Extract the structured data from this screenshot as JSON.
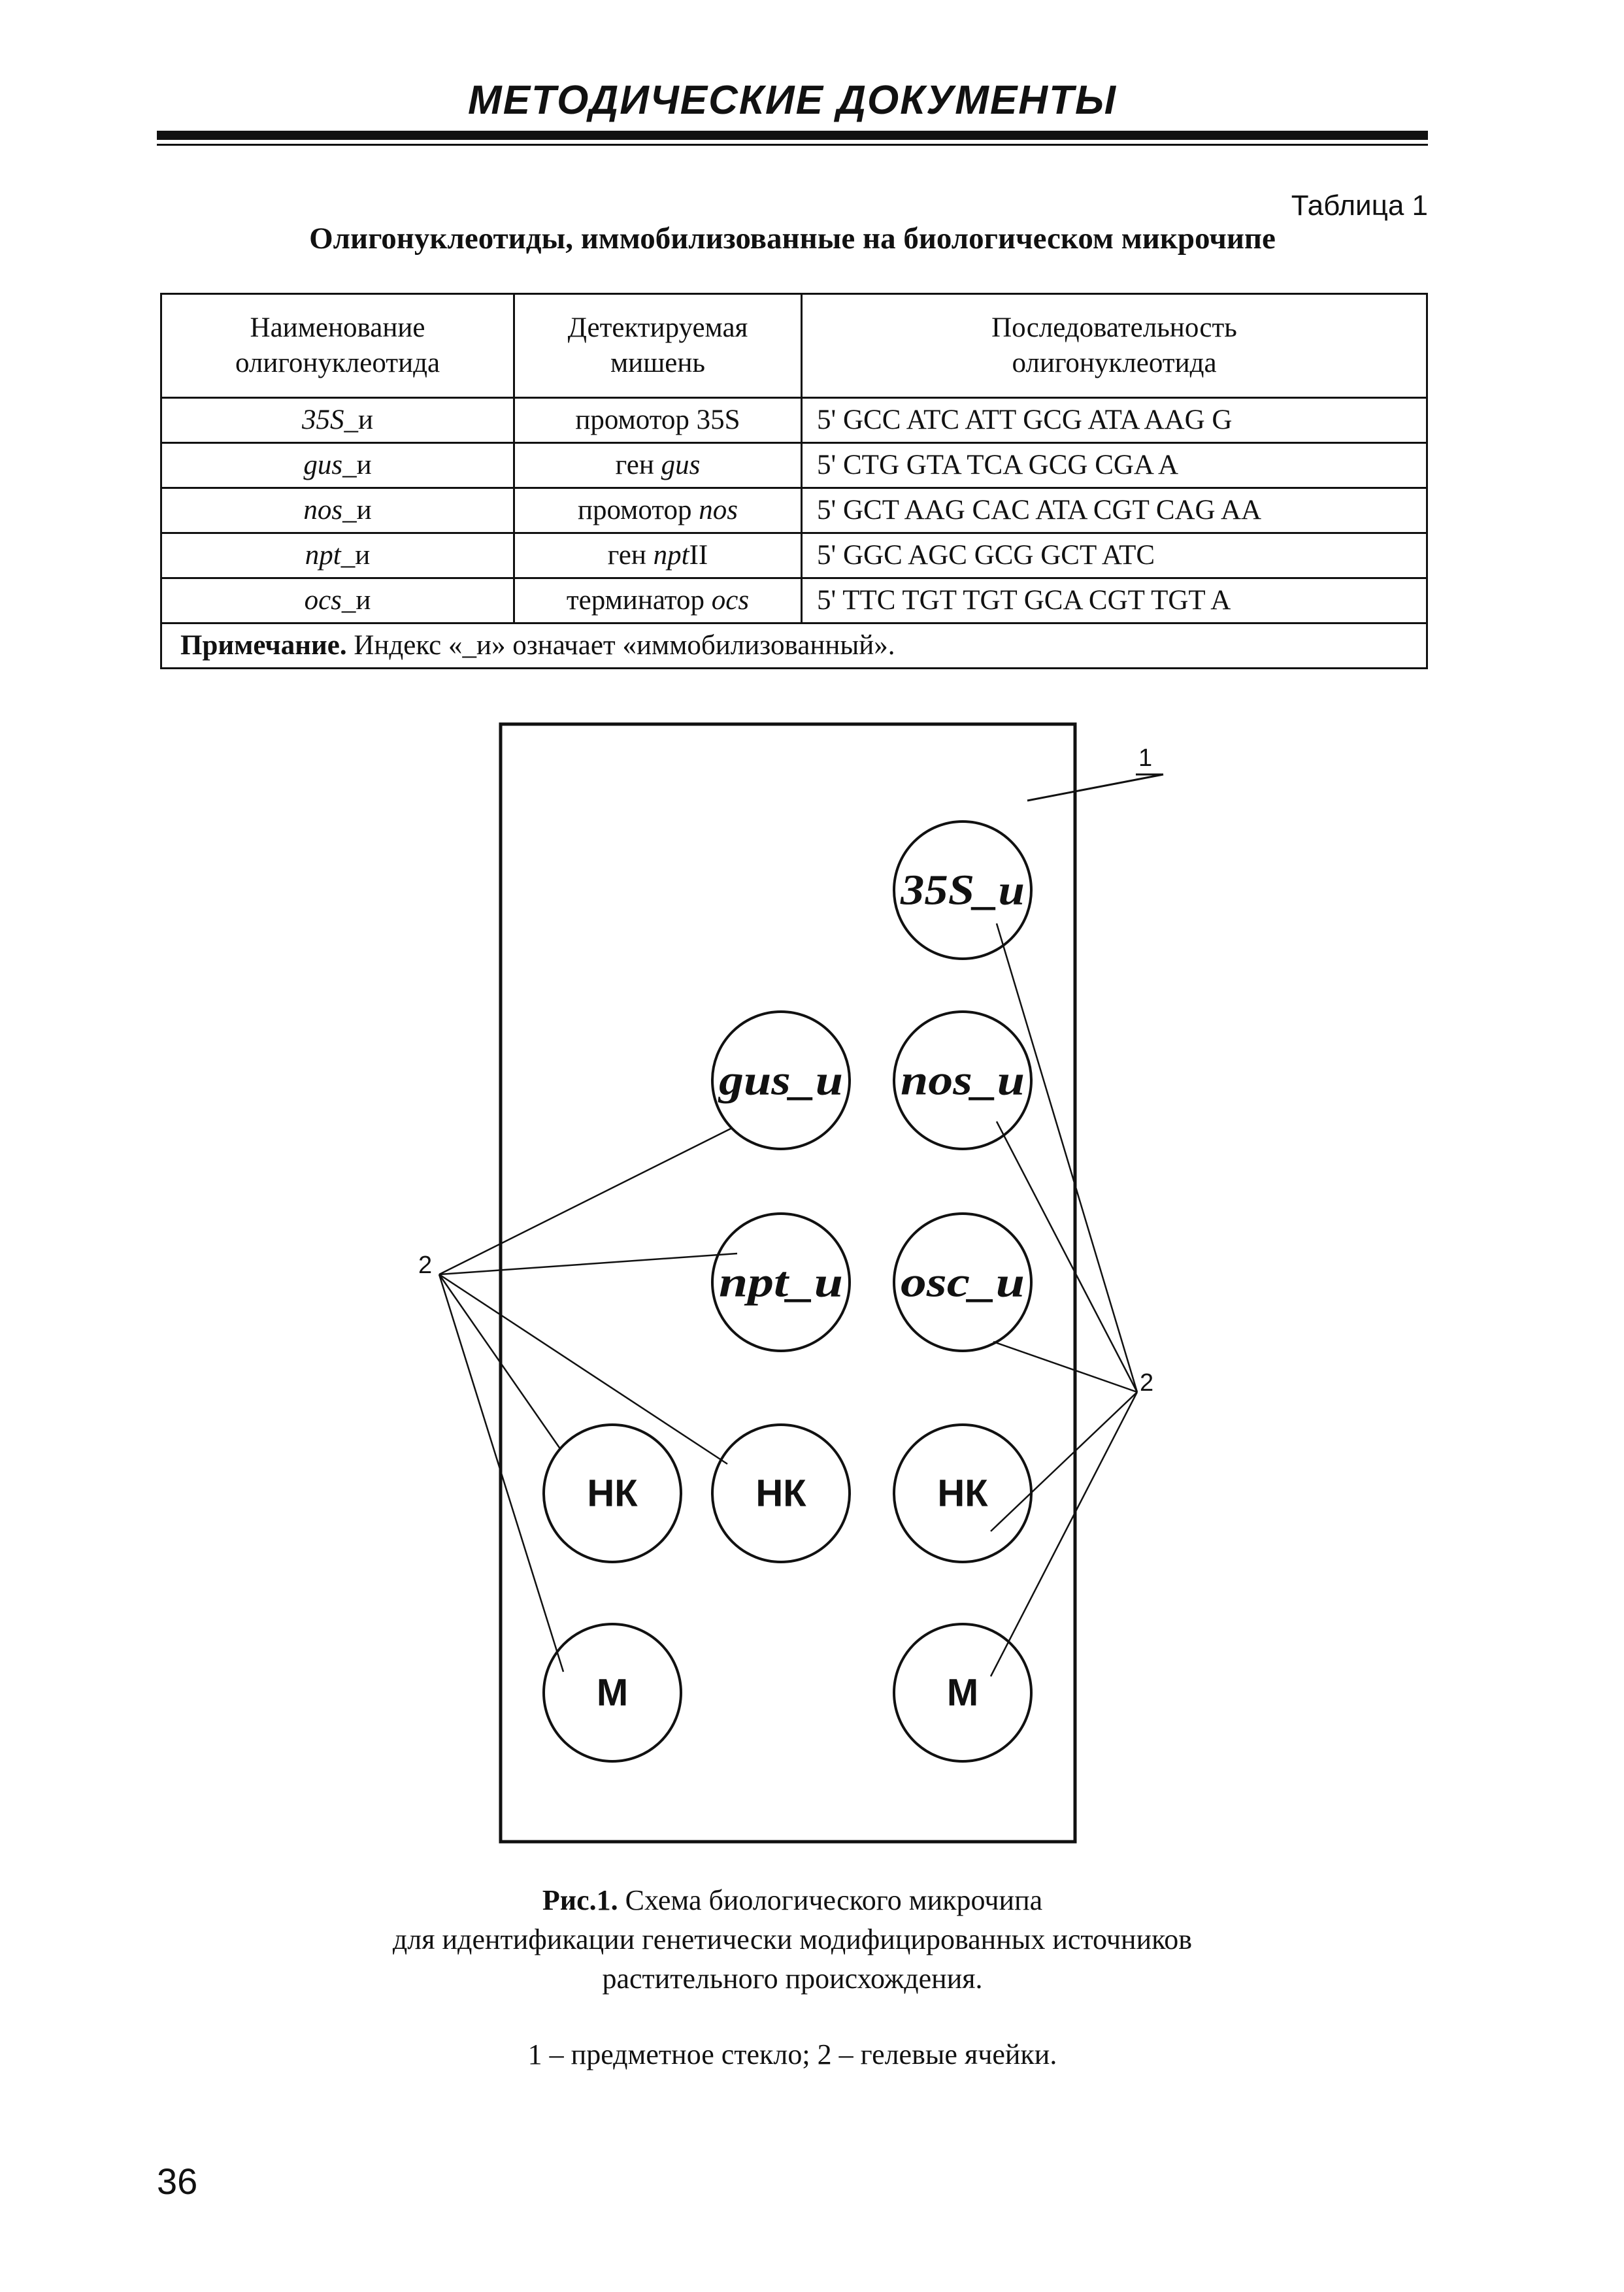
{
  "header": {
    "title": "МЕТОДИЧЕСКИЕ ДОКУМЕНТЫ"
  },
  "table": {
    "number": "Таблица 1",
    "caption": "Олигонуклеотиды, иммобилизованные на биологическом микрочипе",
    "headers": [
      [
        "Наименование",
        "олигонуклеотида"
      ],
      [
        "Детектируемая",
        "мишень"
      ],
      [
        "Последовательность",
        "олигонуклеотида"
      ]
    ],
    "rows": [
      {
        "name": "35S",
        "suffix": "_и",
        "target_prefix": "промотор 35S",
        "target_italic": "",
        "target_suffix": "",
        "sequence": "5' GCC ATC ATT GCG ATA AAG G"
      },
      {
        "name": "gus",
        "suffix": "_и",
        "target_prefix": "ген ",
        "target_italic": "gus",
        "target_suffix": "",
        "sequence": "5' CTG GTA TCA GCG CGA A"
      },
      {
        "name": "nos",
        "suffix": "_и",
        "target_prefix": "промотор ",
        "target_italic": "nos",
        "target_suffix": "",
        "sequence": "5' GCT AAG CAC ATA CGT CAG AA"
      },
      {
        "name": "npt",
        "suffix": "_и",
        "target_prefix": "ген ",
        "target_italic": "npt",
        "target_suffix": "II",
        "sequence": "5' GGC AGC GCG GCT ATC"
      },
      {
        "name": "ocs",
        "suffix": "_и",
        "target_prefix": "терминатор ",
        "target_italic": "ocs",
        "target_suffix": "",
        "sequence": "5' TTC TGT TGT GCA CGT TGT A"
      }
    ],
    "note_label": "Примечание.",
    "note_text": " Индекс «_и» означает «иммобилизованный»."
  },
  "figure": {
    "wells": {
      "w35s": "35S_и",
      "gus": "gus_и",
      "nos": "nos_и",
      "npt": "npt_и",
      "osc": "osc_и",
      "nk1": "НК",
      "nk2": "НК",
      "nk3": "НК",
      "m1": "М",
      "m2": "М"
    },
    "callouts": {
      "slide": "1",
      "cells_left": "2",
      "cells_right": "2"
    }
  },
  "caption": {
    "label": "Рис.1.",
    "line1": " Схема биологического микрочипа",
    "line2": "для идентификации генетически модифицированных источников",
    "line3": "растительного происхождения.",
    "legend": "1 – предметное стекло; 2 – гелевые ячейки."
  },
  "page_number": "36"
}
